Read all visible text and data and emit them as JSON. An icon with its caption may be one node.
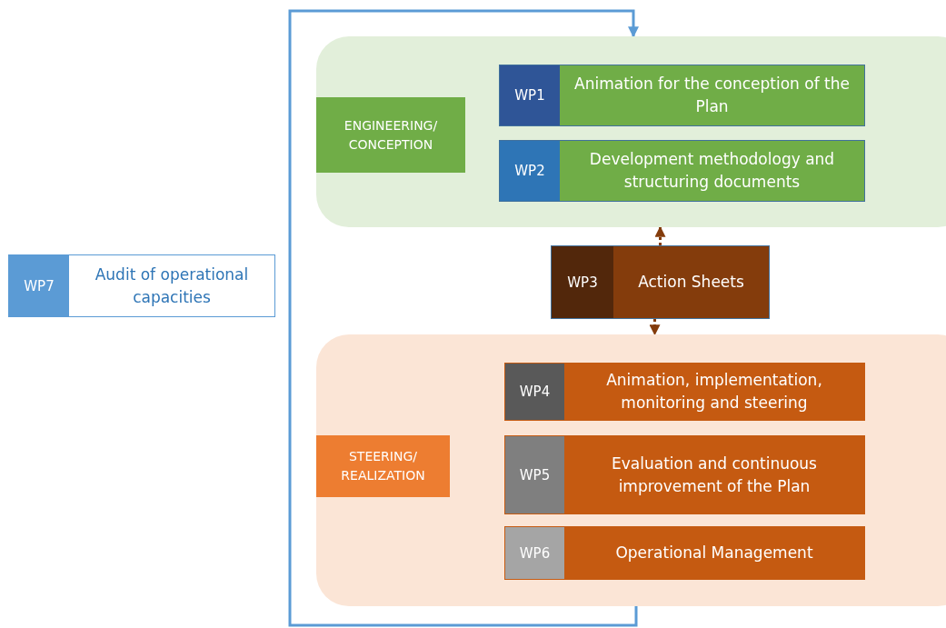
{
  "diagram": {
    "nodes": [
      {
        "text": [],
        "shape": "box"
      },
      {
        "text": [
          "ENGINEERING/ CONCEPTION"
        ],
        "in": 0
      },
      {
        "text": [
          "WP1",
          "Animation for the conception of the Plan"
        ],
        "in": 0
      },
      {
        "text": [
          "WP2",
          "Development methodology and structuring documents"
        ],
        "in": 0
      },
      {
        "text": [
          "WP3",
          "Action Sheets"
        ]
      },
      {
        "text": [],
        "shape": "box"
      },
      {
        "text": [
          "STEERING/ REALIZATION"
        ],
        "in": 5
      },
      {
        "text": [
          "WP4",
          "Animation, implementation, monitoring and steering"
        ],
        "in": 5
      },
      {
        "text": [
          "WP5",
          "Evaluation and continuous improvement of the Plan"
        ],
        "in": 5
      },
      {
        "text": [
          "WP6",
          "Operational Management"
        ],
        "in": 5
      },
      {
        "text": [
          "WP7",
          "Audit of operational capacities"
        ]
      }
    ],
    "edges": [
      {
        "from": 5,
        "to": 0,
        "arrow": "to",
        "color": "#5b9bd5"
      },
      {
        "from": 4,
        "to": 0,
        "arrow": "to",
        "style": "dashed",
        "color": "#843c0c"
      },
      {
        "from": 4,
        "to": 5,
        "arrow": "to",
        "style": "dashed",
        "color": "#843c0c"
      }
    ]
  }
}
